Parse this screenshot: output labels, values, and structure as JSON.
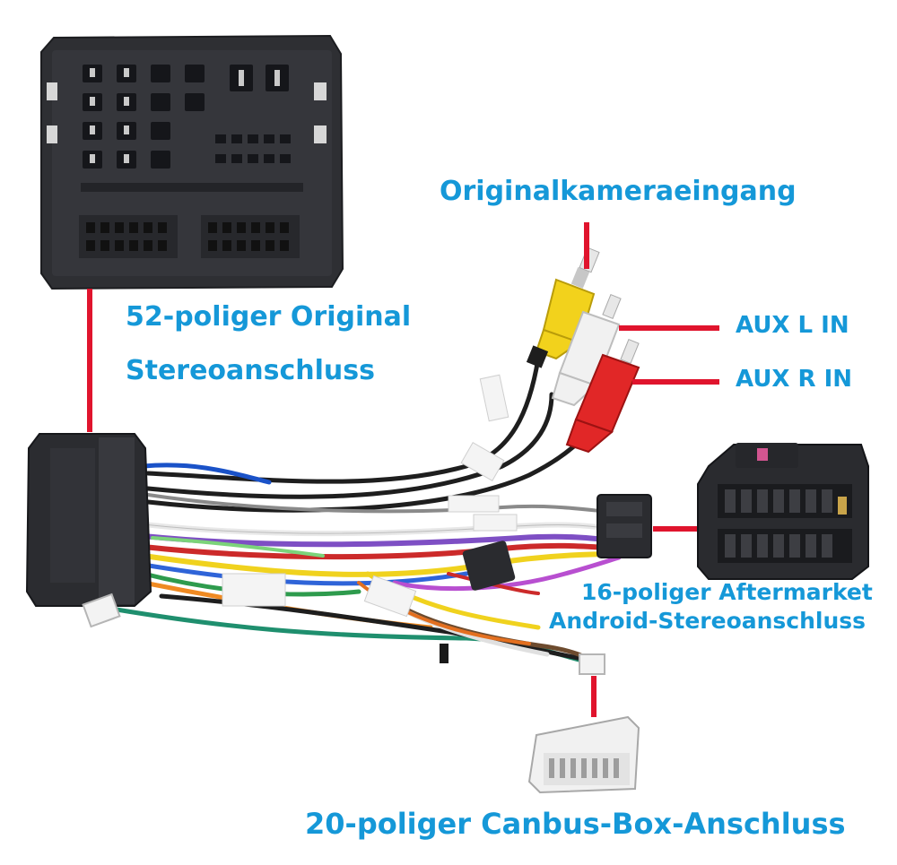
{
  "labels": {
    "camera_input": "Originalkameraeingang",
    "original_52_line1": "52-poliger Original",
    "original_52_line2": "Stereoanschluss",
    "aux_l": "AUX L IN",
    "aux_r": "AUX R IN",
    "aftermarket_16_line1": "16-poliger Aftermarket",
    "aftermarket_16_line2": "Android-Stereoanschluss",
    "canbus_20": "20-poliger Canbus-Box-Anschluss"
  },
  "colors": {
    "label_text": "#1598d8",
    "pointer_line": "#e0142d",
    "connector_body": "#2e2f33",
    "rca_yellow": "#f2d21c",
    "rca_white": "#f1f1f1",
    "rca_red": "#e12727"
  }
}
